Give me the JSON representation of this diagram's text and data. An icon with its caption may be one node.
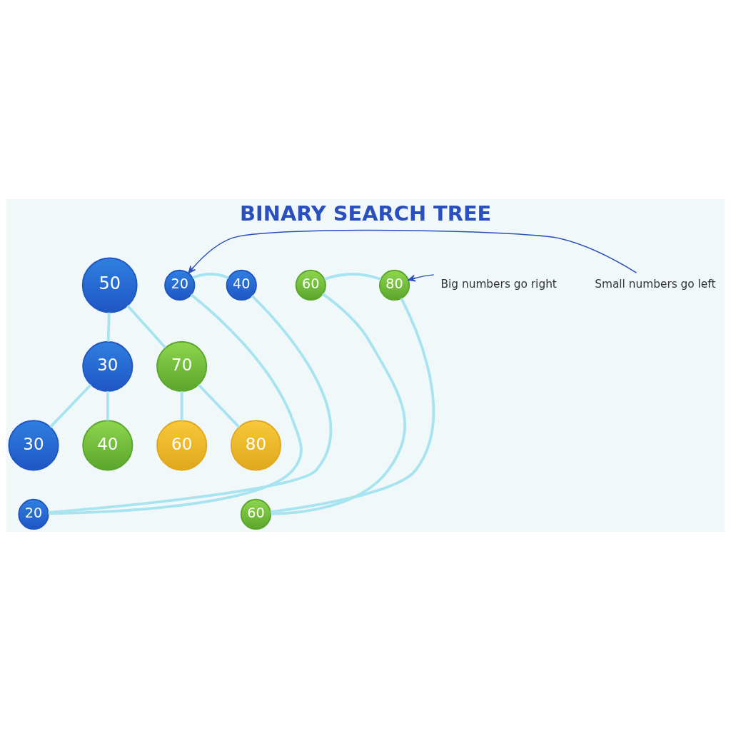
{
  "diagram": {
    "title": "BINARY SEARCH TREE",
    "nodes": [
      {
        "text": [
          "50"
        ]
      },
      {
        "text": [
          "30"
        ]
      },
      {
        "text": [
          "70"
        ]
      },
      {
        "text": [
          "30"
        ]
      },
      {
        "text": [
          "40"
        ]
      },
      {
        "text": [
          "60"
        ]
      },
      {
        "text": [
          "80"
        ]
      },
      {
        "text": [
          "Small numbers go left"
        ]
      },
      {
        "text": [
          "20"
        ]
      },
      {
        "text": [
          "20"
        ]
      },
      {
        "text": [
          "40"
        ]
      },
      {
        "text": [
          "60"
        ]
      },
      {
        "text": [
          "60"
        ]
      },
      {
        "text": [
          "80"
        ]
      },
      {
        "text": [
          "Big numbers go right"
        ]
      }
    ],
    "edges": [
      {
        "from": 0,
        "to": 1,
        "arrow": "none"
      },
      {
        "from": 0,
        "to": 2,
        "arrow": "none"
      },
      {
        "from": 1,
        "to": 3,
        "arrow": "none"
      },
      {
        "from": 1,
        "to": 4,
        "arrow": "none"
      },
      {
        "from": 2,
        "to": 5,
        "arrow": "none"
      },
      {
        "from": 2,
        "to": 6,
        "arrow": "none"
      },
      {
        "from": 8,
        "to": 9,
        "arrow": "none"
      },
      {
        "from": 9,
        "to": 10,
        "arrow": "none"
      },
      {
        "from": 8,
        "to": 10,
        "arrow": "none"
      },
      {
        "from": 11,
        "to": 12,
        "arrow": "none"
      },
      {
        "from": 12,
        "to": 13,
        "arrow": "none"
      },
      {
        "from": 11,
        "to": 13,
        "arrow": "none"
      },
      {
        "from": 7,
        "to": 9,
        "arrow": "to",
        "color": "#2a4fbf"
      },
      {
        "from": 14,
        "to": 13,
        "arrow": "to",
        "color": "#2a4fbf"
      }
    ]
  }
}
